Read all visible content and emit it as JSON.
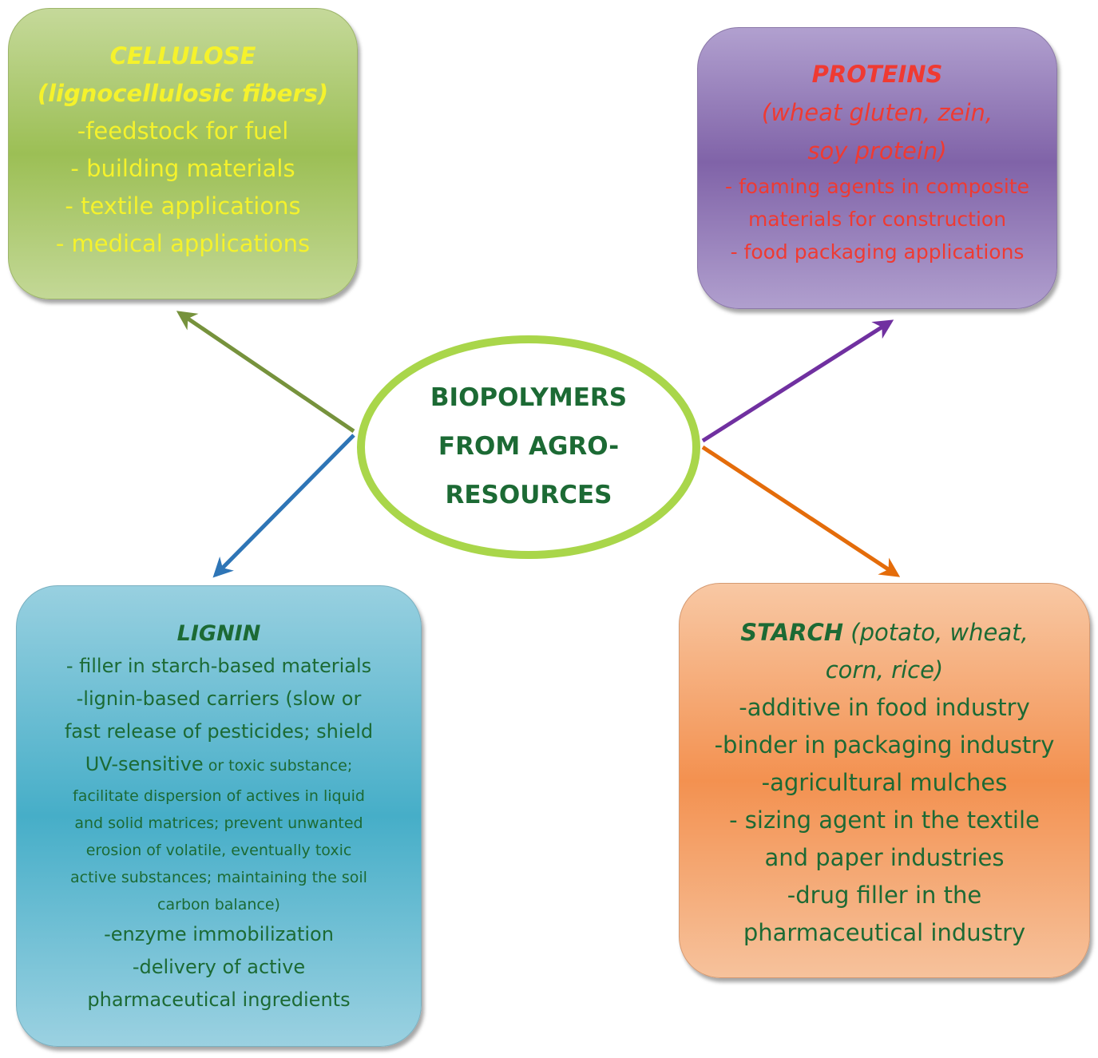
{
  "center": {
    "lines": [
      "BIOPOLYMERS",
      "FROM AGRO-",
      "RESOURCES"
    ]
  },
  "cellulose": {
    "title": "CELLULOSE",
    "subtitle": "(lignocellulosic fibers)",
    "items": [
      "-feedstock for fuel",
      "- building materials",
      "- textile applications",
      "- medical applications"
    ]
  },
  "proteins": {
    "title": "PROTEINS",
    "subtitle_1": "(wheat gluten, zein,",
    "subtitle_2": "soy protein)",
    "items": [
      "- foaming agents in composite",
      "materials for construction",
      "- food packaging applications"
    ]
  },
  "lignin": {
    "title": "LIGNIN",
    "items": [
      "- filler in starch-based materials",
      "-lignin-based carriers (slow or",
      "fast release of pesticides; shield",
      "UV-sensitive",
      " or toxic substance;",
      "facilitate dispersion of actives in liquid",
      "and solid matrices; prevent unwanted",
      "erosion of volatile, eventually toxic",
      "active substances; maintaining the soil",
      "carbon balance)",
      "-enzyme immobilization",
      "-delivery of active",
      "pharmaceutical ingredients"
    ]
  },
  "starch": {
    "title": "STARCH",
    "subtitle_1": " (potato, wheat,",
    "subtitle_2": "corn, rice)",
    "items": [
      "-additive in food industry",
      "-binder in packaging industry",
      "-agricultural mulches",
      "- sizing agent in the textile",
      "and paper industries",
      "-drug filler in the",
      "pharmaceutical industry"
    ]
  },
  "colors": {
    "arrow_cellulose": "#76923c",
    "arrow_proteins": "#7030a0",
    "arrow_lignin": "#2e75b6",
    "arrow_starch": "#e46c0a",
    "ellipse_border": "#a9d64a"
  }
}
